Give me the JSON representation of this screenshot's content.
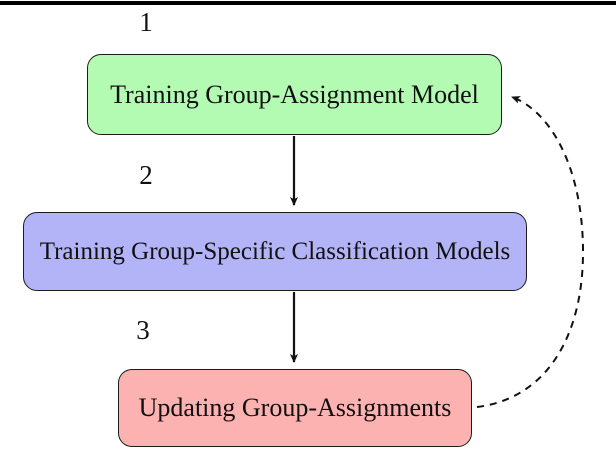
{
  "figure": {
    "background": "#ffffff",
    "top_rule_color": "#000000",
    "text_color": "#111111",
    "border_color": "#1c1c1c",
    "steps": [
      {
        "number": "1",
        "label": "Training Group-Assignment Model",
        "fill": "#b3fab3"
      },
      {
        "number": "2",
        "label": "Training Group-Specific Classification Models",
        "fill": "#b3b3f7"
      },
      {
        "number": "3",
        "label": "Updating Group-Assignments",
        "fill": "#fdb2b2"
      }
    ],
    "connectors": [
      {
        "from": "step-1",
        "to": "step-2",
        "style": "solid"
      },
      {
        "from": "step-2",
        "to": "step-3",
        "style": "solid"
      },
      {
        "from": "step-3",
        "to": "step-1",
        "style": "dashed"
      }
    ]
  }
}
